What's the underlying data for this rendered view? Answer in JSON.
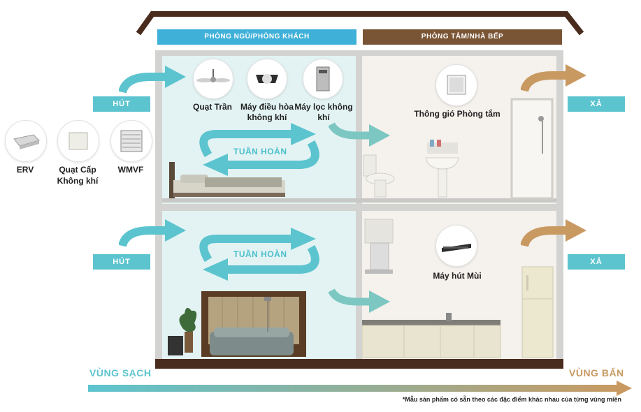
{
  "banners": {
    "left": "PHÒNG NGỦ/PHÒNG KHÁCH",
    "right": "PHÒNG TẮM/NHÀ BẾP"
  },
  "products": {
    "erv": "ERV",
    "fresh_air_fan_line1": "Quạt Cấp",
    "fresh_air_fan_line2": "Không khí",
    "wmvf": "WMVF",
    "ceiling_fan": "Quạt Trần",
    "ac_line1": "Máy điều hòa",
    "ac_line2": "không khí",
    "purifier_line1": "Máy lọc không",
    "purifier_line2": "khí",
    "bath_vent": "Thông gió Phòng tắm",
    "range_hood": "Máy hút Mùi"
  },
  "flows": {
    "intake_top": "HÚT",
    "intake_bottom": "HÚT",
    "exhaust_top": "XẢ",
    "exhaust_bottom": "XẢ",
    "circulation_top": "TUẦN HOÀN",
    "circulation_bottom": "TUẦN HOÀN"
  },
  "zones": {
    "clean": "VÙNG SẠCH",
    "dirty": "VÙNG BẨN"
  },
  "footnote": "*Mẫu sản phẩm có sẵn theo các đặc điểm khác nhau của từng vùng miền",
  "colors": {
    "clean_teal": "#5cc4cf",
    "dirty_brown": "#c89a62",
    "roof_brown": "#4a2c1e",
    "banner_blue": "#3fb0d8",
    "banner_brown": "#7a5535",
    "wall_gray": "#d3d3d1"
  }
}
